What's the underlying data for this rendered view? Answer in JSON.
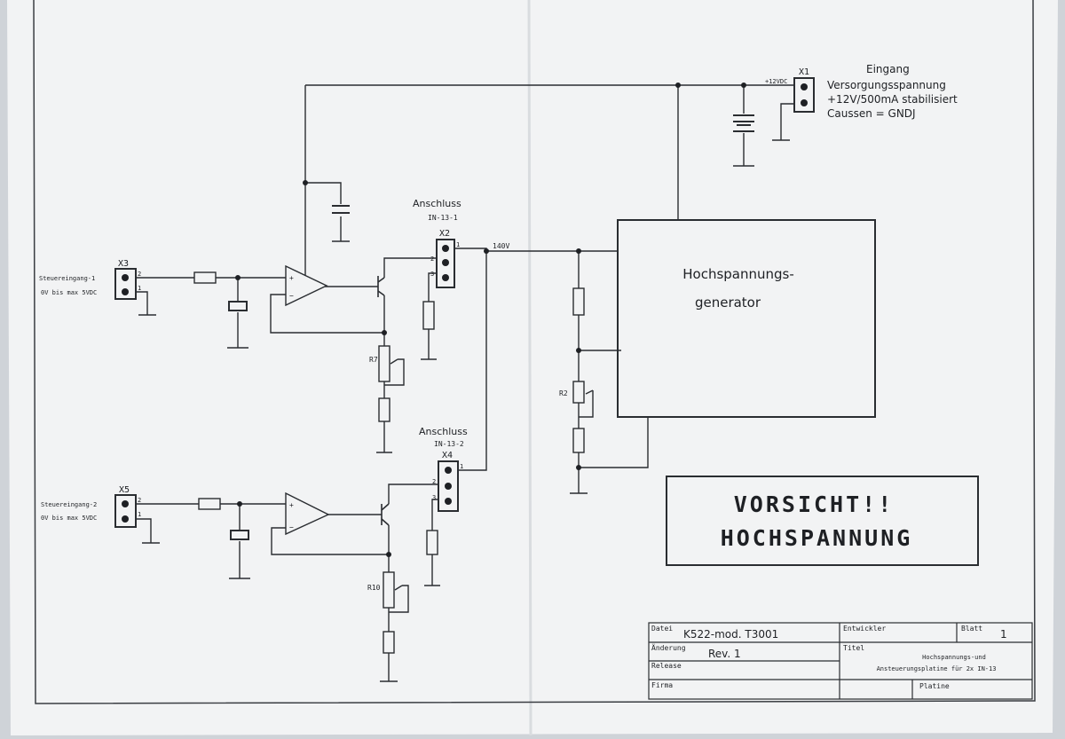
{
  "power_input": {
    "connector": "X1",
    "rail_label": "+12VDC",
    "heading": "Eingang",
    "line1": "Versorgungsspannung",
    "line2": "+12V/500mA stabilisiert",
    "line3": "Caussen = GNDJ"
  },
  "channel1": {
    "connector": "X3",
    "pin2": "2",
    "pin1": "1",
    "input_label": "Steuereingang-1",
    "input_range": "0V bis max 5VDC",
    "trimmer": "R7",
    "output_title": "Anschluss",
    "output_subtitle": "IN-13-1",
    "output_connector": "X2",
    "out_pin1": "1",
    "out_pin2": "2",
    "out_pin3": "3"
  },
  "channel2": {
    "connector": "X5",
    "pin2": "2",
    "pin1": "1",
    "input_label": "Steuereingang-2",
    "input_range": "0V bis max 5VDC",
    "trimmer": "R10",
    "output_title": "Anschluss",
    "output_subtitle": "IN-13-2",
    "output_connector": "X4",
    "out_pin1": "1",
    "out_pin2": "2",
    "out_pin3": "3"
  },
  "hv_net_label": "140V",
  "divider_trimmer": "R2",
  "generator": {
    "line1": "Hochspannungs-",
    "line2": "generator"
  },
  "warning": {
    "line1": "VORSICHT!!",
    "line2": "HOCHSPANNUNG"
  },
  "title_block": {
    "datei_label": "Datei",
    "datei_value": "K522-mod. T3001",
    "aenderung_label": "Änderung",
    "aenderung_value": "Rev. 1",
    "release_label": "Release",
    "firma_label": "Firma",
    "entwickler_label": "Entwickler",
    "blatt_label": "Blatt",
    "blatt_value": "1",
    "titel_label": "Titel",
    "titel_line1": "Hochspannungs-und",
    "titel_line2": "Ansteuerungsplatine für 2x IN-13",
    "platine_label": "Platine"
  }
}
